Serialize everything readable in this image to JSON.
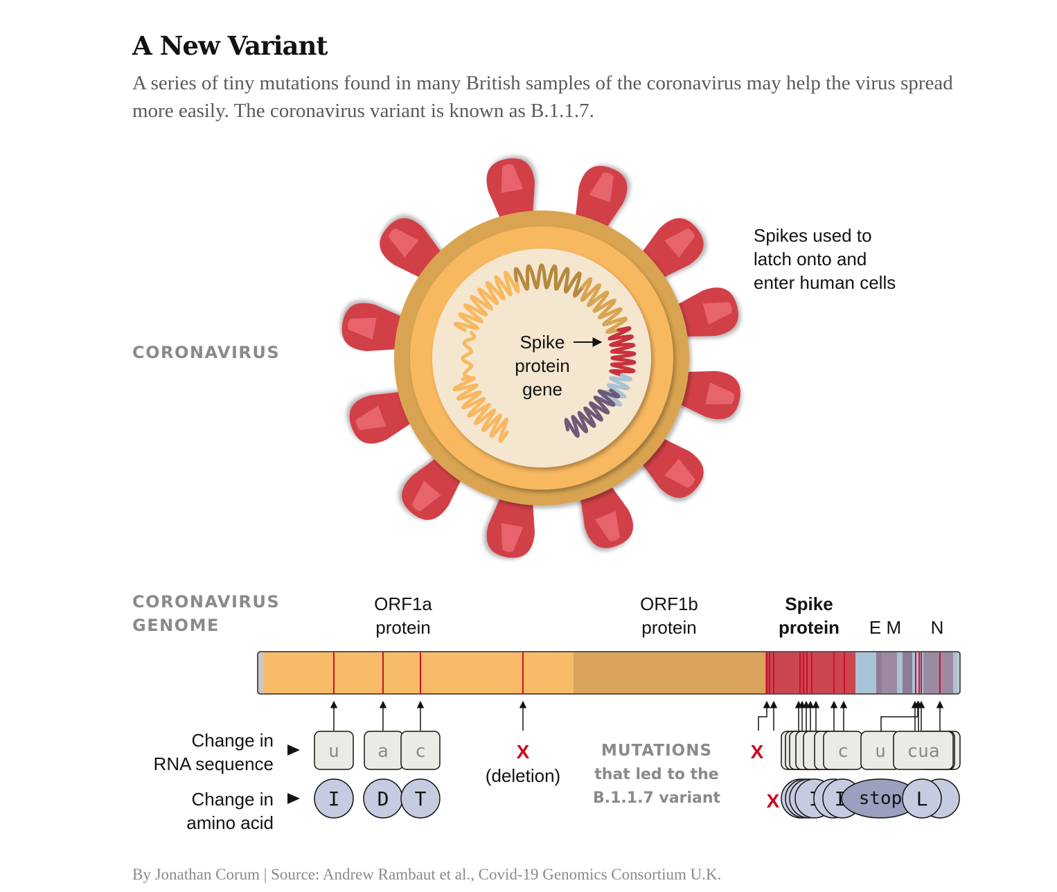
{
  "header": {
    "title": "A New Variant",
    "subtitle": "A series of tiny mutations found in many British samples of the coronavirus may help the virus spread more easily. The coronavirus variant is known as B.1.1.7."
  },
  "virus": {
    "section_label": "CORONAVIRUS",
    "spike_note": [
      "Spikes used to",
      "latch onto and",
      "enter human cells"
    ],
    "gene_label": [
      "Spike",
      "protein",
      "gene"
    ]
  },
  "genome": {
    "section_label": [
      "CORONAVIRUS",
      "GENOME"
    ],
    "regions": {
      "orf1a": [
        "ORF1a",
        "protein"
      ],
      "orf1b": [
        "ORF1b",
        "protein"
      ],
      "spike": [
        "Spike",
        "protein"
      ],
      "em": "E M",
      "n": "N"
    },
    "legend": {
      "rna": [
        "Change in",
        "RNA sequence"
      ],
      "amino": [
        "Change in",
        "amino acid"
      ]
    },
    "mutations": [
      {
        "rna": "u",
        "amino": "I"
      },
      {
        "rna": "a",
        "amino": "D"
      },
      {
        "rna": "c",
        "amino": "T"
      }
    ],
    "deletion": {
      "mark": "X",
      "label": "(deletion)"
    },
    "mutations_note": [
      "MUTATIONS",
      "that led to the",
      "B.1.1.7 variant"
    ],
    "cluster": {
      "x_marks": [
        "X",
        "X"
      ],
      "rna": [
        "u",
        "c",
        "u",
        "cua"
      ],
      "amino": [
        "I",
        "I",
        "stop",
        "L"
      ]
    }
  },
  "credit": "By Jonathan Corum | Source: Andrew Rambaut et al., Covid-19 Genomics Consortium U.K.",
  "colors": {
    "spike": "#d13f47",
    "envelope_outer": "#d9a451",
    "envelope_inner": "#f7b860",
    "core": "#f5e6d0",
    "orf1a": "#f8bb67",
    "orf1b": "#d9a35b",
    "spike_band": "#cc4650",
    "em_band": "#a9c3d6",
    "mutation_line": "#c8102e",
    "rna_box": "#eceae4",
    "amino_circle": "#c6cbe1"
  }
}
